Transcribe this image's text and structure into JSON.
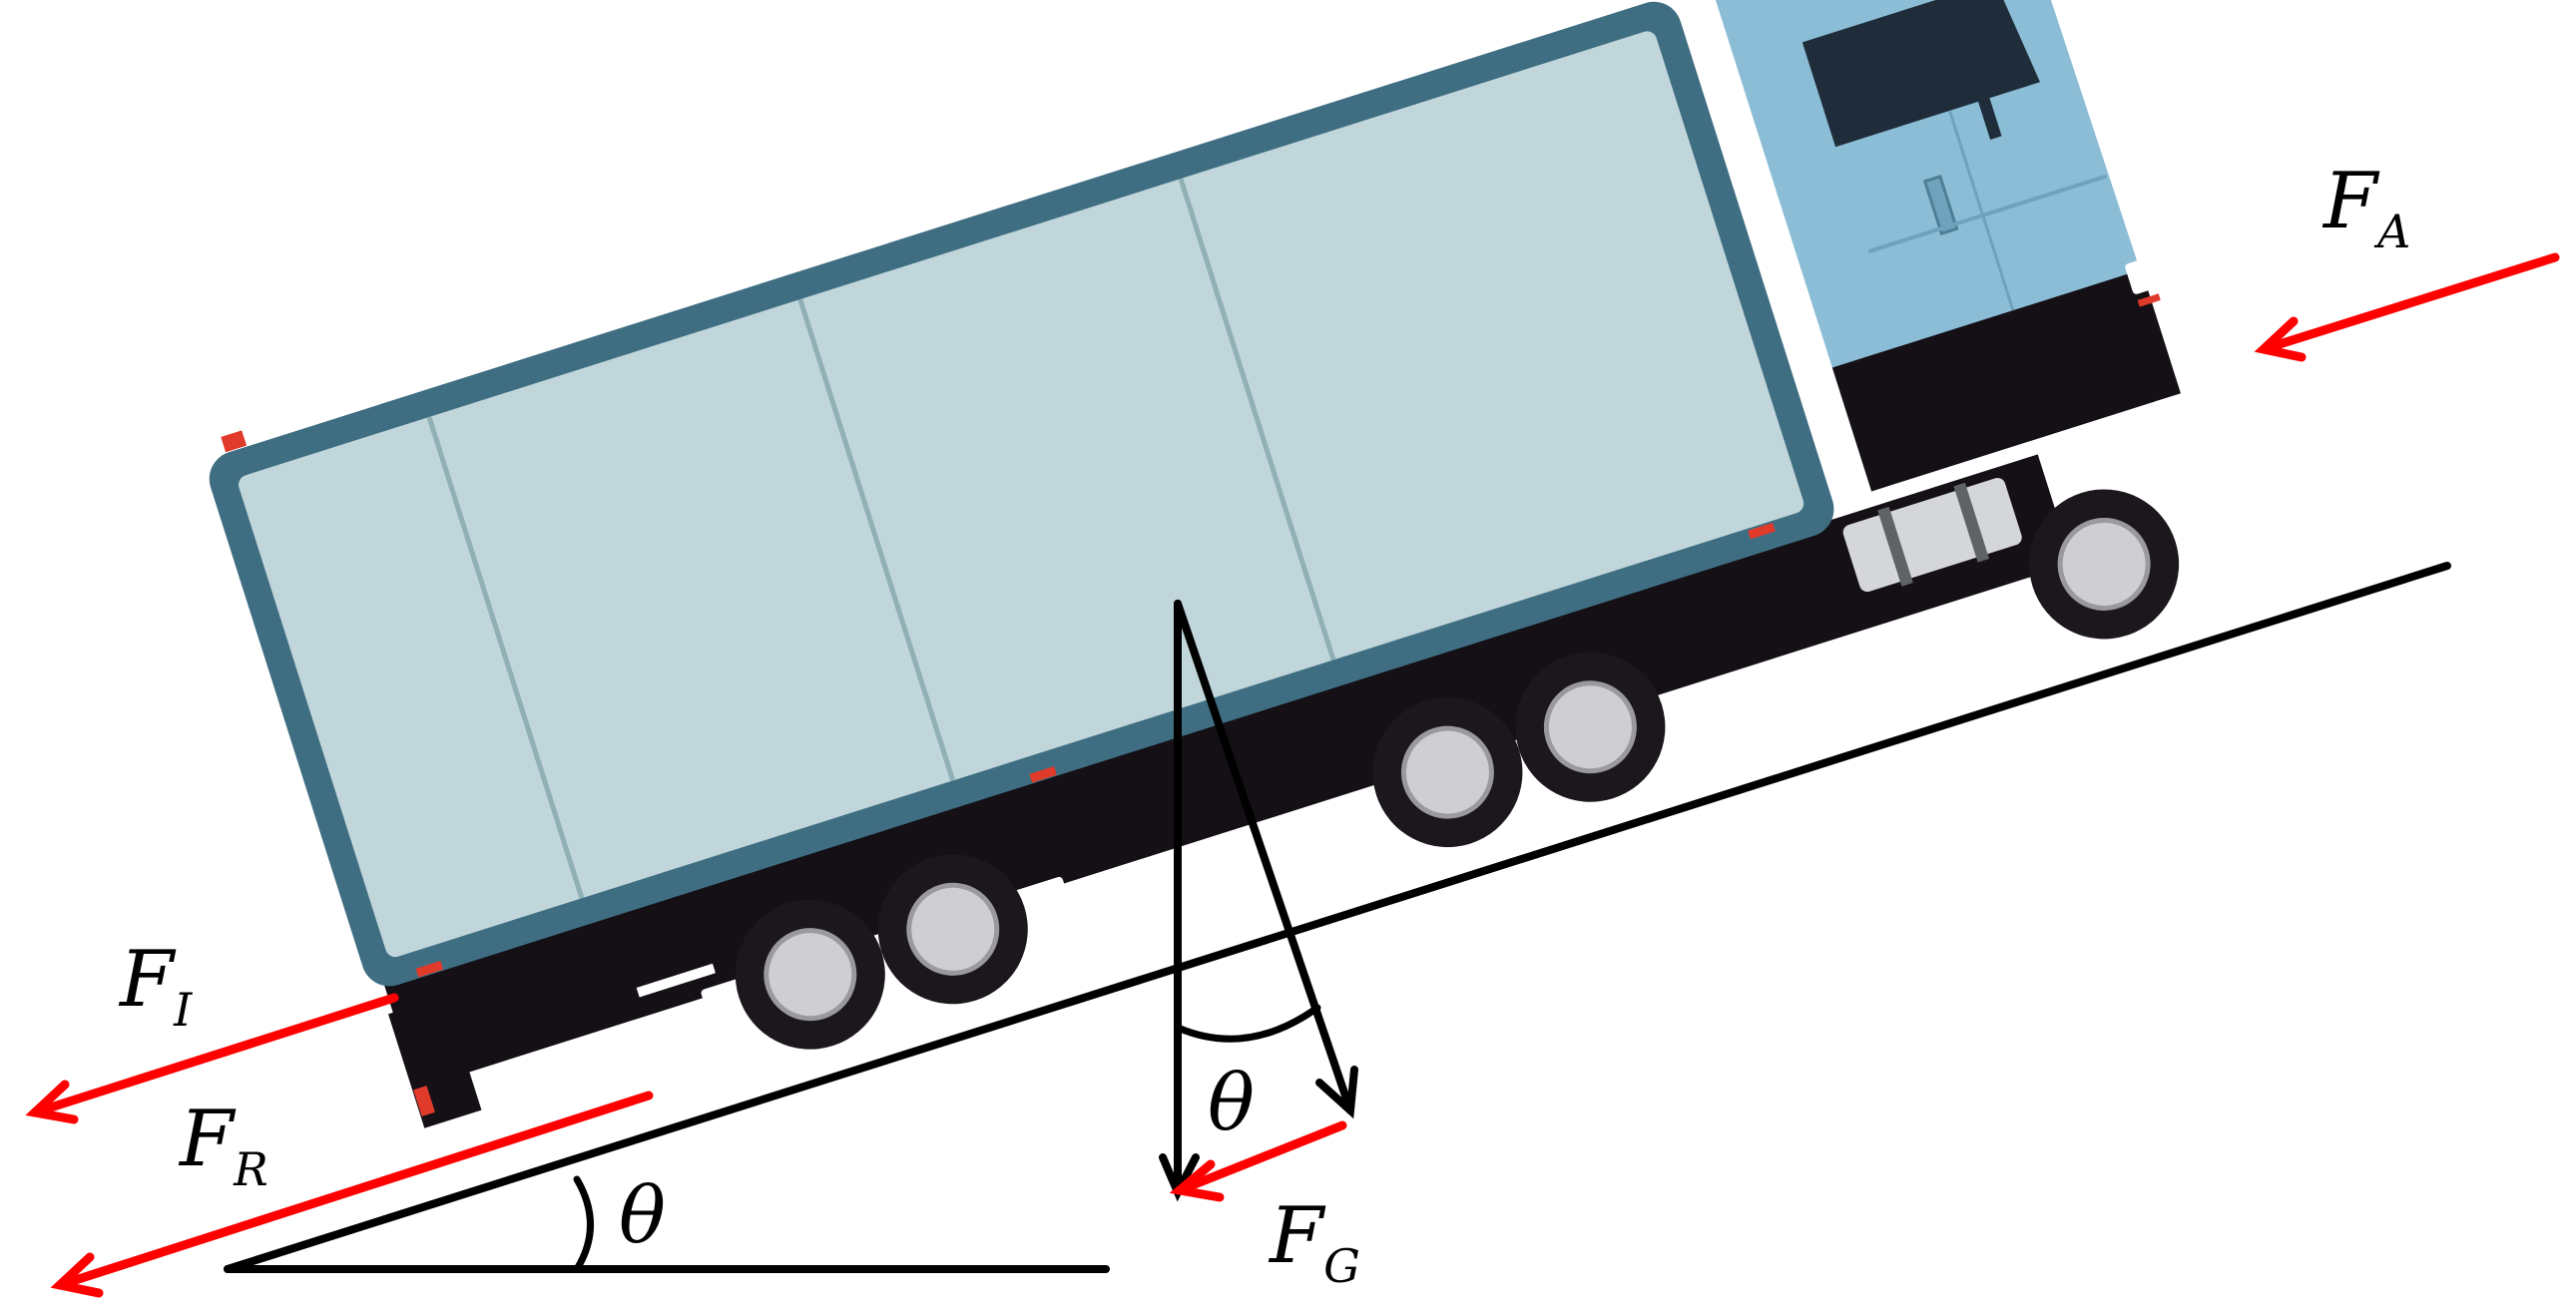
{
  "labels": {
    "air_force": {
      "symbol": "F",
      "subscript": "A"
    },
    "inertial_force": {
      "symbol": "F",
      "subscript": "I"
    },
    "rolling_force": {
      "symbol": "F",
      "subscript": "R"
    },
    "gravity_component": {
      "symbol": "F",
      "subscript": "G"
    },
    "incline_angle": "θ",
    "gravity_angle": "θ"
  },
  "colors": {
    "force_arrow": "#ff0000",
    "lines": "#000000",
    "box_frame": "#3f6e82",
    "box_panel": "#c1d6da",
    "panel_seam": "#8fb0b5",
    "cab": "#8bbdd6",
    "cab_dark": "#6fa2bd",
    "window": "#1f2d3a",
    "chassis": "#141016",
    "wheel_tire": "#1b171c",
    "wheel_rim": "#cfcfd2",
    "tank": "#d4d6d8",
    "lamp": "#e03a2a"
  }
}
